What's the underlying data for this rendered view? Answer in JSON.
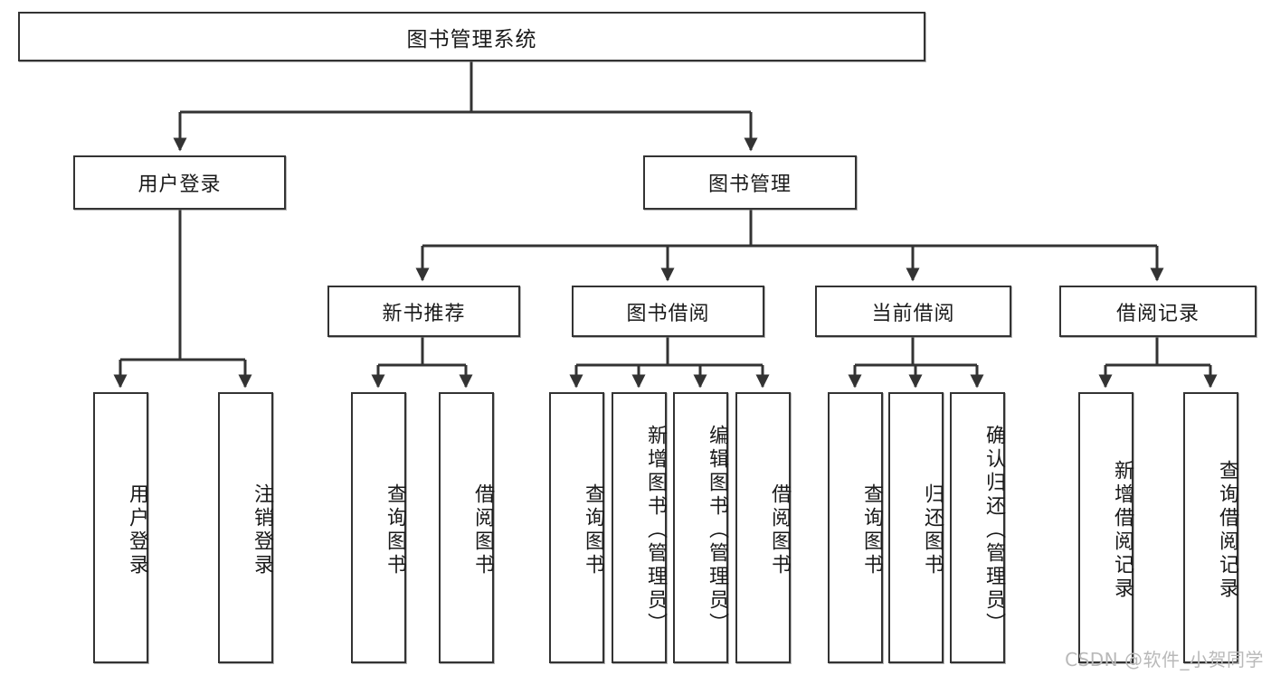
{
  "diagram": {
    "type": "tree",
    "title": "图书管理系统",
    "orientation": "top-down",
    "colors": {
      "box_border": "#333333",
      "box_fill": "#ffffff",
      "connector": "#333333",
      "text": "#1a1a1a",
      "watermark": "#b9b9b9"
    },
    "root": {
      "label": "图书管理系统"
    },
    "level2": [
      {
        "label": "用户登录"
      },
      {
        "label": "图书管理"
      }
    ],
    "level3": [
      {
        "label": "新书推荐"
      },
      {
        "label": "图书借阅"
      },
      {
        "label": "当前借阅"
      },
      {
        "label": "借阅记录"
      }
    ],
    "leaves": {
      "user_login": [
        {
          "label": "用户登录"
        },
        {
          "label": "注销登录"
        }
      ],
      "new_book_recommend": [
        {
          "label": "查询图书"
        },
        {
          "label": "借阅图书"
        }
      ],
      "book_borrow": [
        {
          "label": "查询图书"
        },
        {
          "label": "新增图书（管理员）"
        },
        {
          "label": "编辑图书（管理员）"
        },
        {
          "label": "借阅图书"
        }
      ],
      "current_borrow": [
        {
          "label": "查询图书"
        },
        {
          "label": "归还图书"
        },
        {
          "label": "确认归还（管理员）"
        }
      ],
      "borrow_record": [
        {
          "label": "新增借阅记录"
        },
        {
          "label": "查询借阅记录"
        }
      ]
    }
  },
  "watermark": {
    "text": "CSDN @软件_小贺同学"
  }
}
